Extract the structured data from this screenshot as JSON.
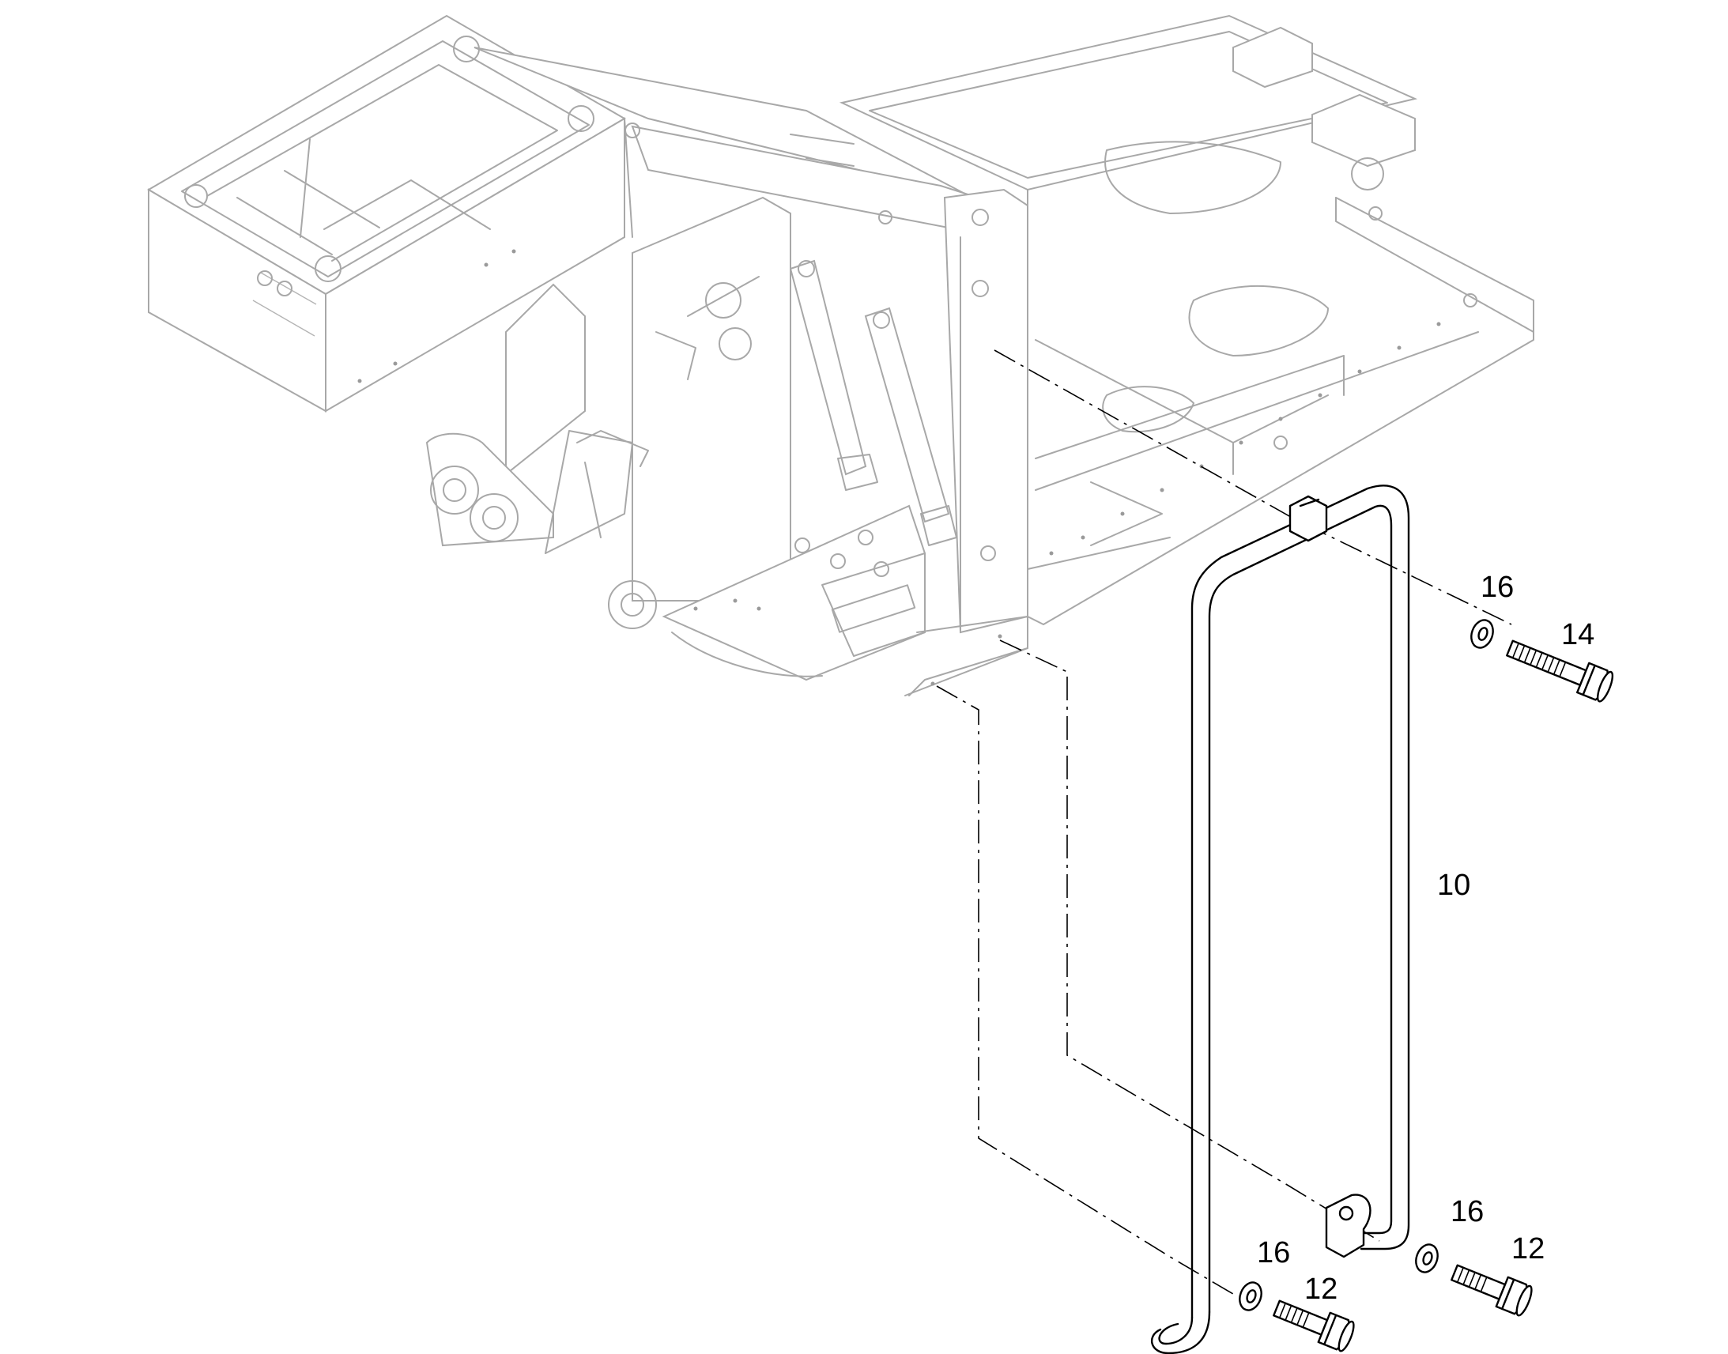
{
  "diagram": {
    "callouts": {
      "handrail": "10",
      "bolt_long": "14",
      "bolt_short_lower": "12",
      "bolt_short_right": "12",
      "washer_upper": "16",
      "washer_lower": "16",
      "washer_right": "16"
    },
    "colors": {
      "assembly_ghost": "#a8a8a8",
      "parts": "#000000",
      "background": "#ffffff"
    }
  }
}
